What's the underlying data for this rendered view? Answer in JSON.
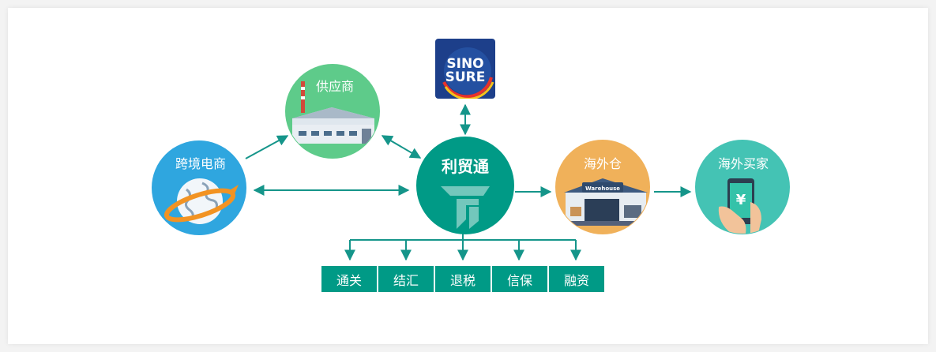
{
  "nodes": {
    "supplier": {
      "label": "供应商",
      "color": "#5ecb8a"
    },
    "crossborder": {
      "label": "跨境电商",
      "color": "#2fa6df"
    },
    "hub": {
      "label": "利贸通",
      "color": "#009a86"
    },
    "warehouse": {
      "label": "海外仓",
      "color": "#f0b15a",
      "sign": "Warehouse"
    },
    "buyer": {
      "label": "海外买家",
      "color": "#44c3b4",
      "symbol": "¥"
    }
  },
  "sinosure": {
    "line1": "SINO",
    "line2": "SURE",
    "color": "#1d3f8a"
  },
  "services": [
    "通关",
    "结汇",
    "退税",
    "信保",
    "融资"
  ],
  "colors": {
    "arrow": "#15958a",
    "service_bg": "#009a86"
  }
}
